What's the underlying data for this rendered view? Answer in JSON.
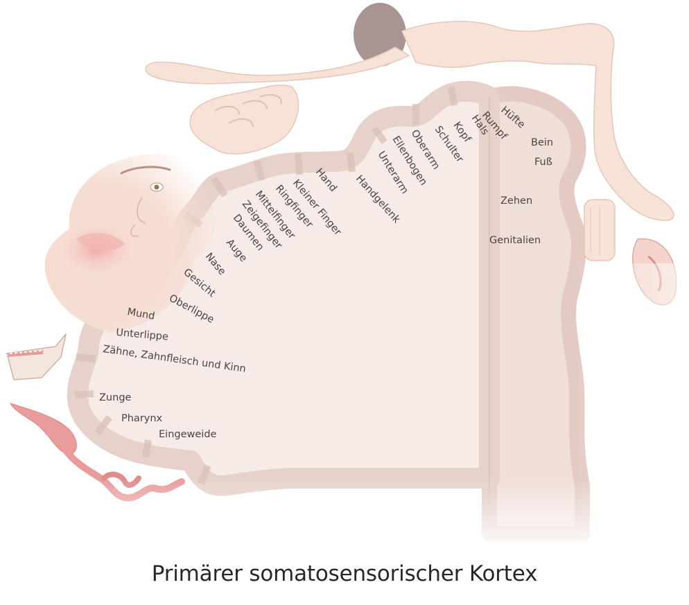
{
  "title": "Primärer somatosensorischer Kortex",
  "colors": {
    "cortex_fill": "#f6ebe7",
    "cortex_band": "#e9d7d0",
    "cortex_band_dark": "#d8c2b9",
    "medial_fill": "#efdcd6",
    "skin": "#f6ddd2",
    "skin_line": "#e4c3b6",
    "hair": "#a89490",
    "gut": "#e9a8a6",
    "label_text": "#4a4343"
  },
  "labels": [
    {
      "id": "huefte",
      "text": "Hüfte"
    },
    {
      "id": "rumpf",
      "text": "Rumpf"
    },
    {
      "id": "hals",
      "text": "Hals"
    },
    {
      "id": "kopf",
      "text": "Kopf"
    },
    {
      "id": "schulter",
      "text": "Schulter"
    },
    {
      "id": "oberarm",
      "text": "Oberarm"
    },
    {
      "id": "ellenbogen",
      "text": "Ellenbogen"
    },
    {
      "id": "unterarm",
      "text": "Unterarm"
    },
    {
      "id": "handgelenk",
      "text": "Handgelenk"
    },
    {
      "id": "hand",
      "text": "Hand"
    },
    {
      "id": "kleiner-finger",
      "text": "Kleiner Finger"
    },
    {
      "id": "ringfinger",
      "text": "Ringfinger"
    },
    {
      "id": "mittelfinger",
      "text": "Mittelfinger"
    },
    {
      "id": "zeigefinger",
      "text": "Zeigefinger"
    },
    {
      "id": "daumen",
      "text": "Daumen"
    },
    {
      "id": "auge",
      "text": "Auge"
    },
    {
      "id": "nase",
      "text": "Nase"
    },
    {
      "id": "gesicht",
      "text": "Gesicht"
    },
    {
      "id": "oberlippe",
      "text": "Oberlippe"
    },
    {
      "id": "mund",
      "text": "Mund"
    },
    {
      "id": "unterlippe",
      "text": "Unterlippe"
    },
    {
      "id": "zaehne",
      "text": "Zähne, Zahnfleisch und Kinn"
    },
    {
      "id": "zunge",
      "text": "Zunge"
    },
    {
      "id": "pharynx",
      "text": "Pharynx"
    },
    {
      "id": "eingeweide",
      "text": "Eingeweide"
    },
    {
      "id": "bein",
      "text": "Bein"
    },
    {
      "id": "fuss",
      "text": "Fuß"
    },
    {
      "id": "zehen",
      "text": "Zehen"
    },
    {
      "id": "genitalien",
      "text": "Genitalien"
    }
  ]
}
